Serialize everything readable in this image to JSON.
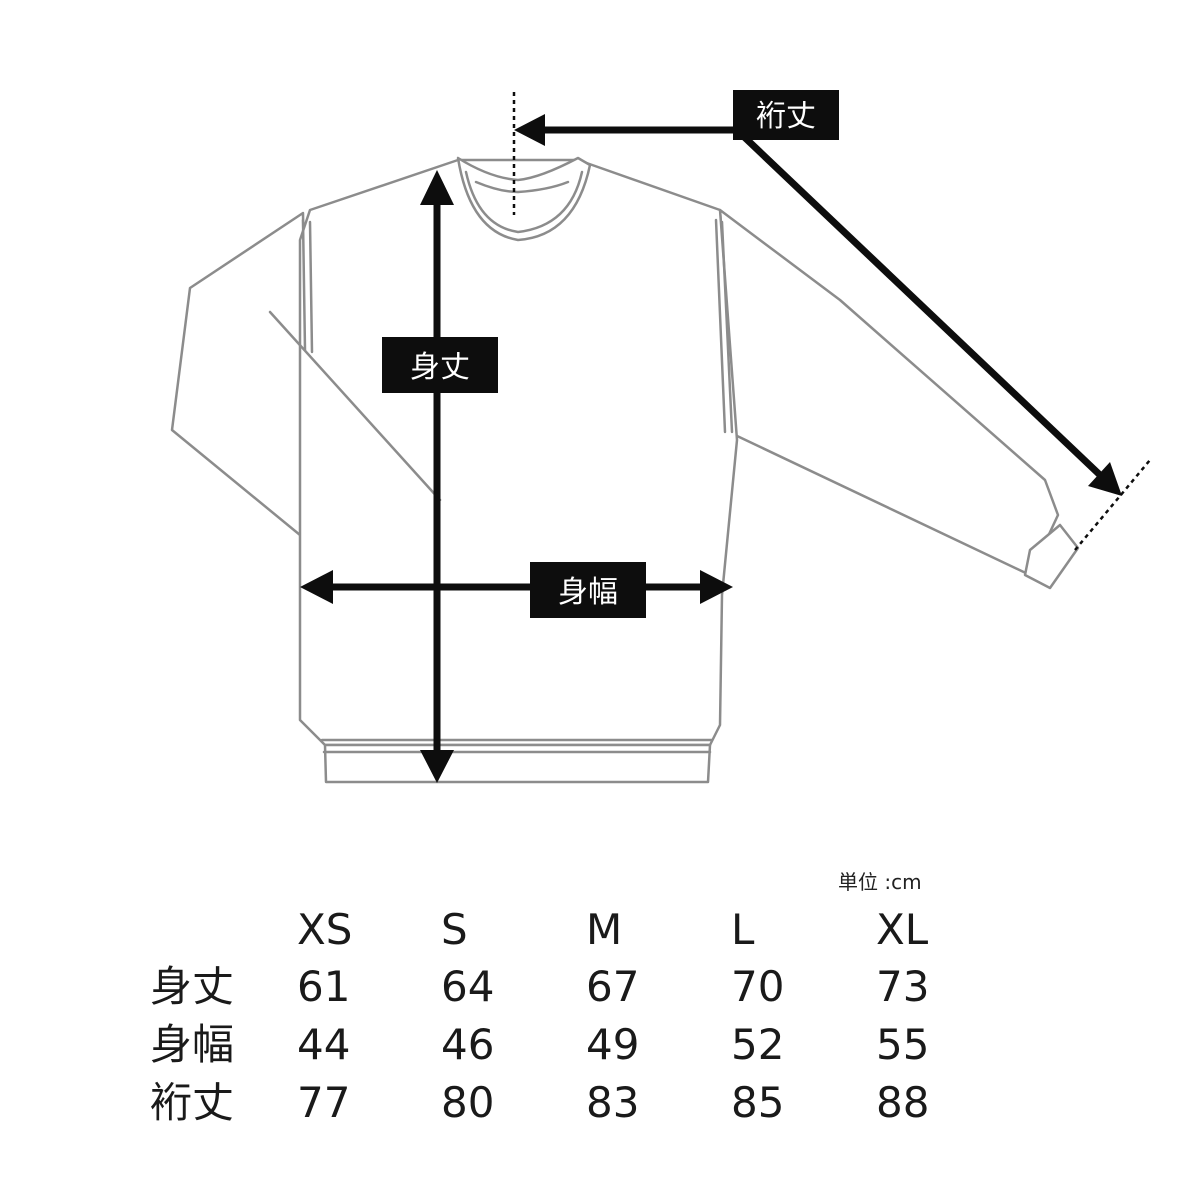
{
  "labels": {
    "sleeve": "裄丈",
    "length": "身丈",
    "width": "身幅"
  },
  "unit": "単位 :cm",
  "size_table": {
    "sizes": [
      "XS",
      "S",
      "M",
      "L",
      "XL"
    ],
    "rows": [
      {
        "label": "身丈",
        "values": [
          "61",
          "64",
          "67",
          "70",
          "73"
        ]
      },
      {
        "label": "身幅",
        "values": [
          "44",
          "46",
          "49",
          "52",
          "55"
        ]
      },
      {
        "label": "裄丈",
        "values": [
          "77",
          "80",
          "83",
          "85",
          "88"
        ]
      }
    ]
  },
  "colors": {
    "outline": "#8c8c8c",
    "arrow": "#0d0d0d",
    "label_bg": "#0d0d0d",
    "label_text": "#ffffff"
  }
}
